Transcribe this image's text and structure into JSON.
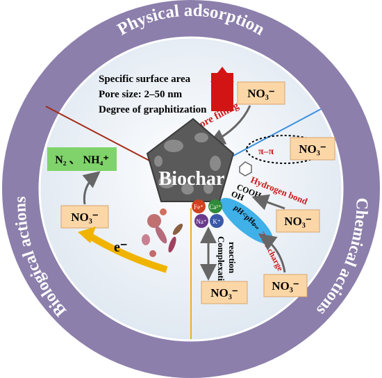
{
  "ring_labels": {
    "top": "Physical adsorption",
    "left": "Biological actions",
    "right": "Chemical actions"
  },
  "physical_list": {
    "line1": "Specific surface area",
    "line2": "Pore size: 2–50 nm",
    "line3": "Degree of graphitization"
  },
  "center_label": "Biochar",
  "nitrate_label": "NO₃⁻",
  "products_label": "N₂ 、 NH₄⁺",
  "electron_label": "e⁻",
  "mechanisms": {
    "pore_filling": "Pore filling",
    "pi_pi": "π–π",
    "hydrogen_bond": "Hydrogen bond",
    "zero_charge": "Zero charge",
    "complexation_line1": "Complexation",
    "complexation_line2": "reaction",
    "cooh": "COOH",
    "oh": "OH",
    "ph_label": "pH<pHₚₓₑ"
  },
  "ions": {
    "fe": "Fe⁺",
    "ca": "Ca²⁺",
    "na": "Na⁺",
    "k": "K⁺"
  },
  "colors": {
    "ring": "#8c7fab",
    "inner_bg": "#e8eef5",
    "box_fill": "#fbd7a8",
    "green_box": "#7fd36a",
    "red_line": "#a52a17",
    "blue_line": "#3a8fe0",
    "gold_line": "#e8b020",
    "red_text": "#cc1a1a",
    "arrow_red": "#d21414",
    "ellipse": "#3fb0e8"
  }
}
